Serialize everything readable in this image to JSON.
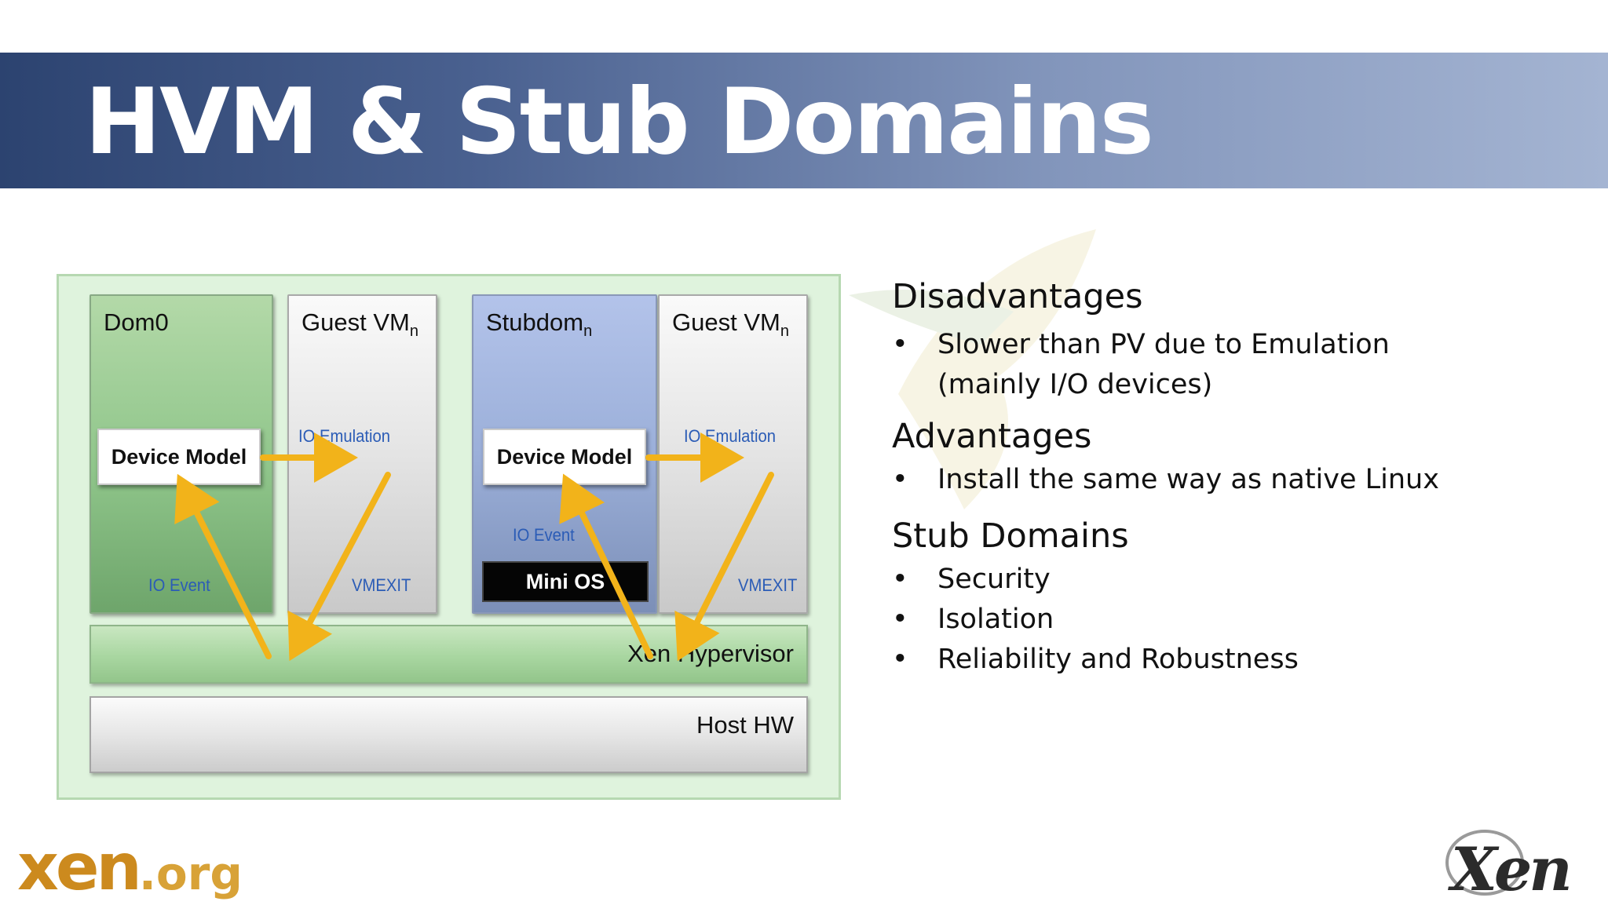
{
  "slide": {
    "title": "HVM & Stub Domains"
  },
  "diagram": {
    "columns": {
      "dom0": {
        "label": "Dom0"
      },
      "guest1": {
        "label": "Guest VM",
        "sub": "n"
      },
      "stubdom": {
        "label": "Stubdom",
        "sub": "n"
      },
      "guest2": {
        "label": "Guest VM",
        "sub": "n"
      }
    },
    "device_model": "Device Model",
    "io_emulation": "IO Emulation",
    "io_event": "IO Event",
    "vmexit": "VMEXIT",
    "mini_os": "Mini OS",
    "hypervisor": "Xen Hypervisor",
    "host_hw": "Host HW",
    "colors": {
      "arrow": "#f2b31a",
      "dom0": "#8fc58a",
      "stubdom": "#9bafd9",
      "guest": "#e4e4e4",
      "hypervisor": "#a8d6a0"
    }
  },
  "content": {
    "disadvantages": {
      "title": "Disadvantages",
      "items": [
        "Slower than PV due to Emulation",
        "(mainly I/O devices)"
      ]
    },
    "advantages": {
      "title": "Advantages",
      "items": [
        "Install the same way as native Linux"
      ]
    },
    "stub_domains": {
      "title": "Stub Domains",
      "items": [
        "Security",
        "Isolation",
        "Reliability and Robustness"
      ]
    }
  },
  "footer": {
    "left_logo_xen": "xen",
    "left_logo_org": ".org",
    "right_logo": "Xen"
  }
}
